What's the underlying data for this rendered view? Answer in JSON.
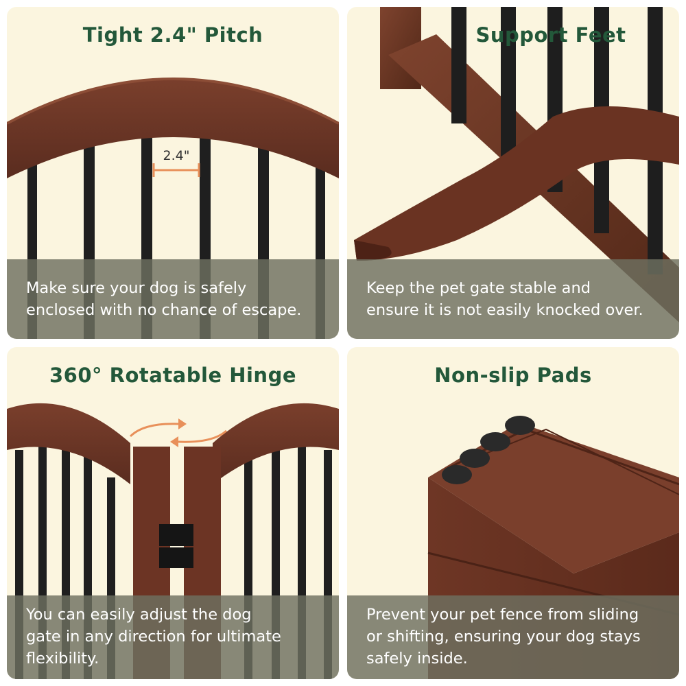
{
  "panels": [
    {
      "title": "Tight 2.4\" Pitch",
      "annotation": "2.4\"",
      "caption": [
        "Make sure your dog is safely",
        "enclosed with no chance of escape."
      ]
    },
    {
      "title": "Support Feet",
      "caption": [
        "Keep the pet gate stable and",
        "ensure it is not easily knocked over."
      ]
    },
    {
      "title": "360° Rotatable Hinge",
      "caption": [
        "You can easily adjust the dog",
        "gate in any direction for ultimate",
        "flexibility."
      ]
    },
    {
      "title": "Non-slip Pads",
      "caption": [
        "Prevent your pet fence from sliding",
        "or shifting, ensuring your dog stays",
        "safely inside."
      ]
    }
  ],
  "colors": {
    "title_green": "#23583a",
    "background_cream": "#fbf5df",
    "wood_brown": "#6b3526",
    "bar_black": "#1e1e1e",
    "accent_orange": "#e8905a",
    "caption_overlay": "#6e7060"
  }
}
